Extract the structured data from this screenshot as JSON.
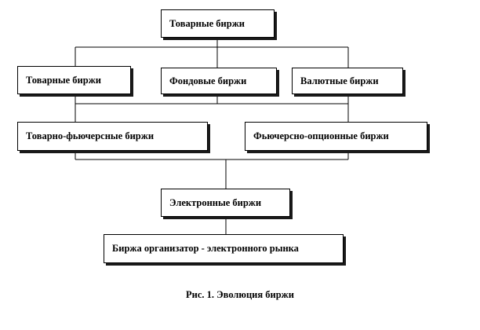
{
  "diagram": {
    "nodes": {
      "top": "Товарные биржи",
      "commodity": "Товарные биржи",
      "stock": "Фондовые биржи",
      "currency": "Валютные биржи",
      "commodity_futures": "Товарно-фьючерсные биржи",
      "futures_options": "Фьючерсно-опционные биржи",
      "electronic": "Электронные биржи",
      "organizer": "Биржа организатор - электронного рынка"
    },
    "edges": [
      [
        "top",
        "commodity"
      ],
      [
        "top",
        "stock"
      ],
      [
        "top",
        "currency"
      ],
      [
        "commodity",
        "commodity_futures"
      ],
      [
        "stock",
        "commodity_futures"
      ],
      [
        "currency",
        "futures_options"
      ],
      [
        "commodity_futures",
        "electronic"
      ],
      [
        "futures_options",
        "electronic"
      ],
      [
        "electronic",
        "organizer"
      ]
    ]
  },
  "caption": "Рис. 1. Эволюция биржи"
}
